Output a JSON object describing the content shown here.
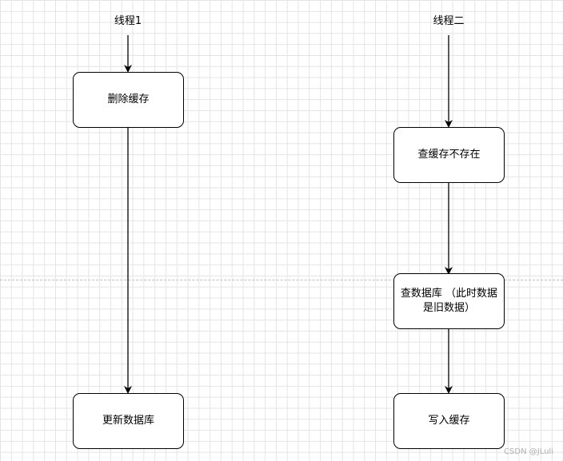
{
  "lanes": {
    "thread1": {
      "label": "线程1",
      "steps": [
        "删除缓存",
        "更新数据库"
      ]
    },
    "thread2": {
      "label": "线程二",
      "steps": [
        "查缓存不存在",
        "查数据库 （此时数据\n是旧数据）",
        "写入缓存"
      ]
    }
  },
  "watermark": "CSDN @JLuli",
  "colors": {
    "grid": "#e4e4e4",
    "stroke": "#000000",
    "page_break": "#bfbfbf"
  }
}
